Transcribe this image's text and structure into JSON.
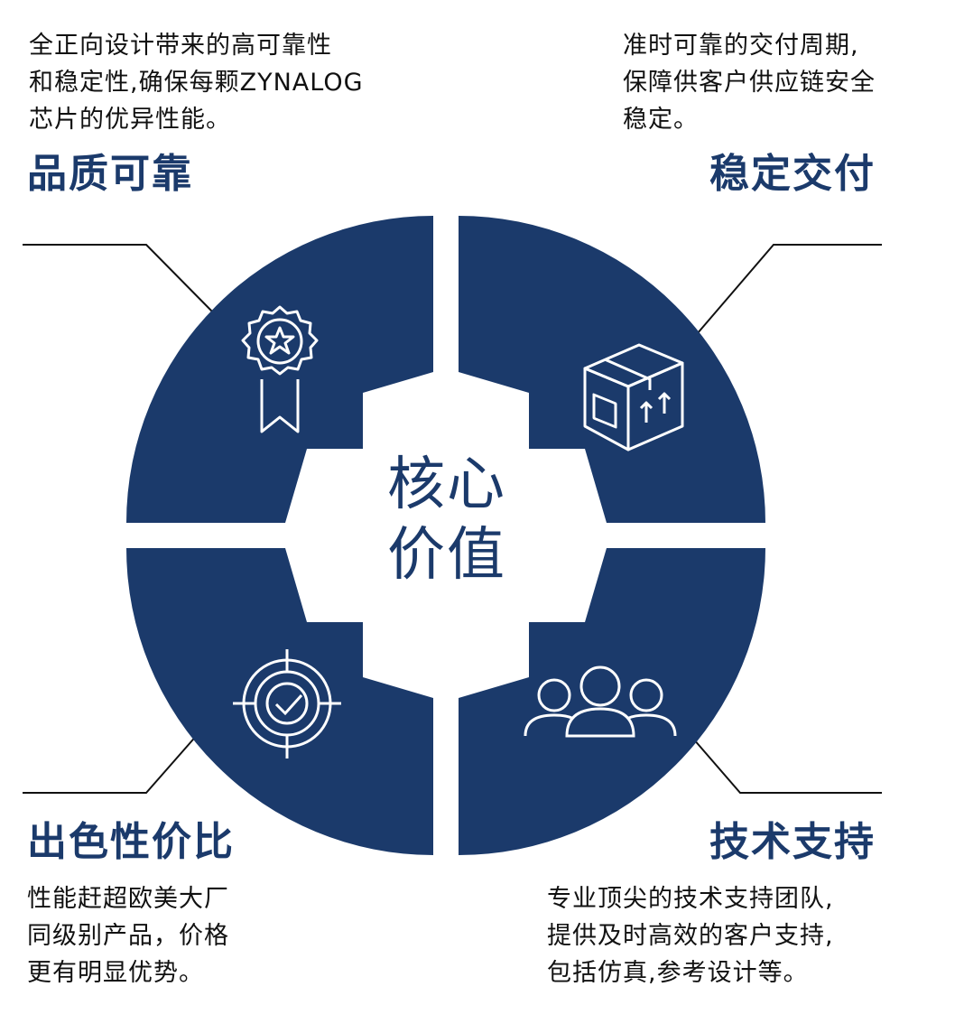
{
  "center": {
    "line1": "核心",
    "line2": "价值"
  },
  "quadrants": {
    "quality": {
      "title": "品质可靠",
      "desc": "全正向设计带来的高可靠性\n和稳定性,确保每颗ZYNALOG\n芯片的优异性能。",
      "icon": "award-ribbon-icon"
    },
    "delivery": {
      "title": "稳定交付",
      "desc": "准时可靠的交付周期,\n保障供客户供应链安全\n稳定。",
      "icon": "package-box-icon"
    },
    "value": {
      "title": "出色性价比",
      "desc": "性能赶超欧美大厂\n同级别产品，价格\n更有明显优势。",
      "icon": "target-check-icon"
    },
    "support": {
      "title": "技术支持",
      "desc": "专业顶尖的技术支持团队,\n提供及时高效的客户支持,\n包括仿真,参考设计等。",
      "icon": "team-users-icon"
    }
  },
  "colors": {
    "primary": "#1b3a6b",
    "line": "#111111",
    "icon_stroke": "#ffffff"
  }
}
